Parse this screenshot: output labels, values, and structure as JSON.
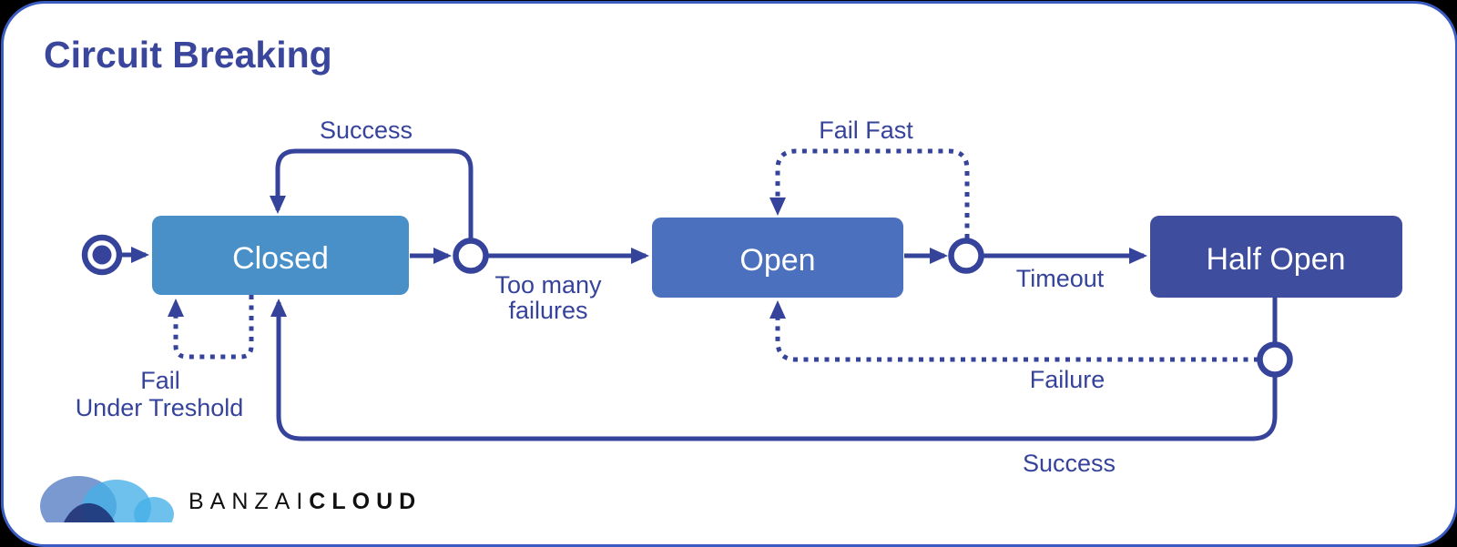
{
  "page": {
    "title": "Circuit Breaking",
    "background": "#000000",
    "card_background": "#ffffff",
    "card_border_color": "#3a5cc2"
  },
  "colors": {
    "line": "#36439b",
    "label_text": "#36439b",
    "state_text": "#ffffff"
  },
  "states": {
    "closed": {
      "label": "Closed",
      "fill": "#4a90c8"
    },
    "open": {
      "label": "Open",
      "fill": "#4a70be"
    },
    "half_open": {
      "label": "Half Open",
      "fill": "#3f4d9e"
    }
  },
  "start_node": {
    "shape": "bullseye"
  },
  "transitions": {
    "success_top": {
      "label": "Success",
      "from": "Closed",
      "to": "Closed",
      "style": "solid"
    },
    "too_many_failures": {
      "label": "Too many failures",
      "line1": "Too many",
      "line2": "failures",
      "from": "Closed",
      "to": "Open",
      "style": "solid"
    },
    "fail_fast": {
      "label": "Fail Fast",
      "from": "Open",
      "to": "Open",
      "style": "dotted"
    },
    "timeout": {
      "label": "Timeout",
      "from": "Open",
      "to": "Half Open",
      "style": "solid"
    },
    "fail_under_treshold": {
      "label": "Fail Under Treshold",
      "line1": "Fail",
      "line2": "Under Treshold",
      "from": "Closed",
      "to": "Closed",
      "style": "dotted"
    },
    "failure": {
      "label": "Failure",
      "from": "Half Open",
      "to": "Open",
      "style": "dotted"
    },
    "success_bottom": {
      "label": "Success",
      "from": "Half Open",
      "to": "Closed",
      "style": "solid"
    }
  },
  "logo": {
    "brand_light": "BANZAI",
    "brand_bold": "CLOUD",
    "cloud_colors": [
      "#5b82c6",
      "#45b0e8",
      "#1b2d71"
    ]
  }
}
